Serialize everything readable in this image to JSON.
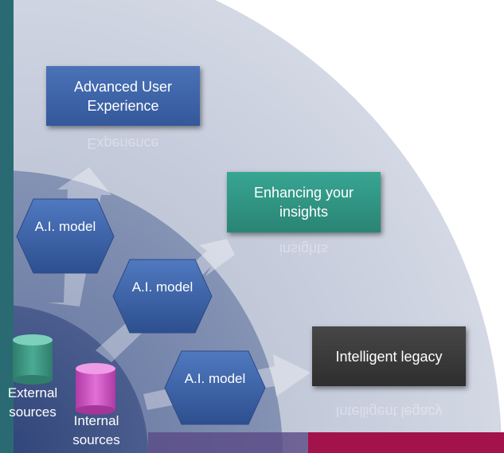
{
  "boxes": {
    "advanced_user_experience": "Advanced User Experience",
    "advanced_user_experience_reflection": "Experience",
    "enhancing_insights": "Enhancing your insights",
    "enhancing_insights_reflection": "insights",
    "intelligent_legacy": "Intelligent legacy",
    "intelligent_legacy_reflection": "Intelligent legacy"
  },
  "models": {
    "model_1": "A.I. model",
    "model_2": "A.I. model",
    "model_3": "A.I. model"
  },
  "sources": {
    "external": "External sources",
    "internal": "Internal sources"
  },
  "colors": {
    "outer_ring": "#c3cad9",
    "middle_ring": "#6b7ca3",
    "inner_ring": "#3f5385",
    "teal_bar": "#2a6b73",
    "crimson_bar": "#a3124a",
    "blue_box": "#3d63a6",
    "teal_box": "#2f9484",
    "dark_box": "#3b3b3b",
    "hexagon": "#3c63a8",
    "external_cylinder": "#3d9482",
    "internal_cylinder": "#d04fc4"
  }
}
